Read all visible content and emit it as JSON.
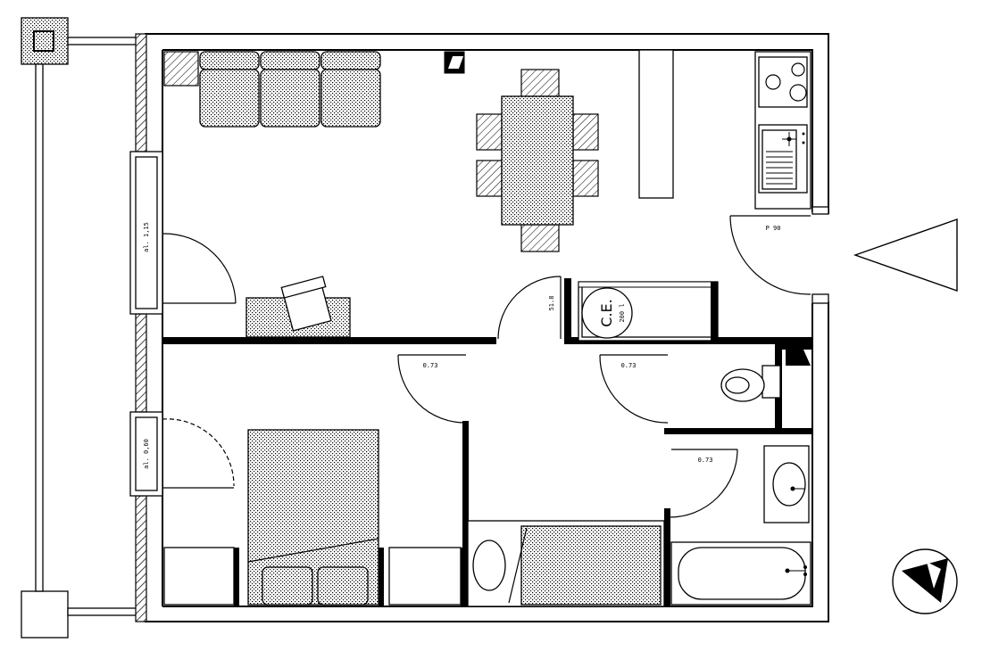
{
  "labels": {
    "window_living": "al. 1,15",
    "window_bedroom": "al. 0,60",
    "door_entrance": "P 90",
    "door_living_hall": "51.8",
    "door_bedroom": "0.73",
    "door_wc": "0.73",
    "door_bathroom": "0.73",
    "ce_main": "C.E.",
    "ce_sub": "200 l"
  }
}
